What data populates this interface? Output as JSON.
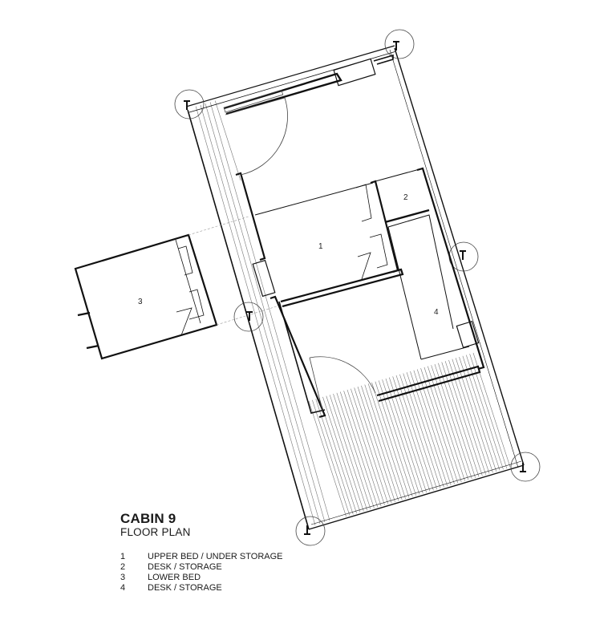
{
  "title": "CABIN 9",
  "subtitle": "FLOOR PLAN",
  "legend": [
    {
      "num": "1",
      "label": "UPPER BED / UNDER STORAGE"
    },
    {
      "num": "2",
      "label": "DESK / STORAGE"
    },
    {
      "num": "3",
      "label": "LOWER BED"
    },
    {
      "num": "4",
      "label": "DESK / STORAGE"
    }
  ],
  "rooms": [
    {
      "id": "1",
      "label": "1"
    },
    {
      "id": "2",
      "label": "2"
    },
    {
      "id": "3",
      "label": "3"
    },
    {
      "id": "4",
      "label": "4"
    }
  ],
  "colors": {
    "line": "#111111",
    "thin": "#555555",
    "background": "#ffffff"
  }
}
